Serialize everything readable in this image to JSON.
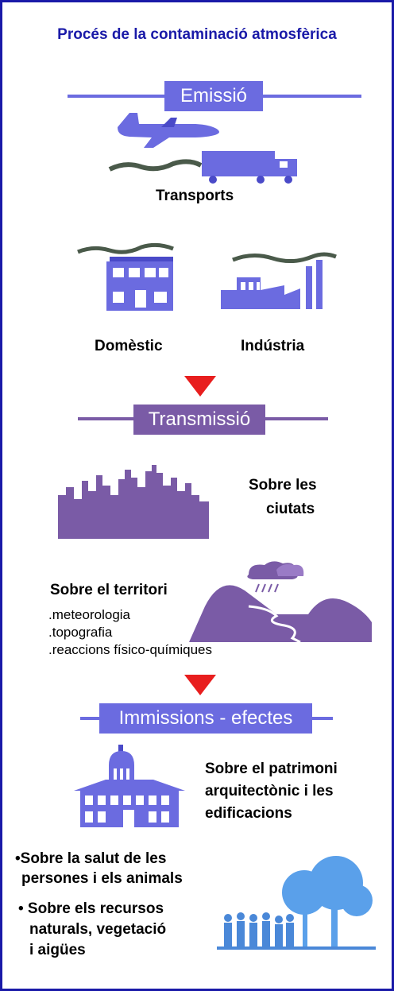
{
  "title": "Procés de la contaminació atmosfèrica",
  "colors": {
    "frame": "#1a1aa8",
    "emission": "#6b6be0",
    "transmission": "#7a5ba6",
    "arrow": "#e81e1e"
  },
  "emission": {
    "heading": "Emissió",
    "transport_label": "Transports",
    "domestic_label": "Domèstic",
    "industry_label": "Indústria"
  },
  "transmission": {
    "heading": "Transmissió",
    "cities_label_line1": "Sobre les",
    "cities_label_line2": "ciutats",
    "territory_title": "Sobre el territori",
    "territory_items": [
      ".meteorologia",
      ".topografia",
      ".reaccions físico-químiques"
    ]
  },
  "immissions": {
    "heading": "Immissions - efectes",
    "heritage_line1": "Sobre el patrimoni",
    "heritage_line2": "arquitectònic i les",
    "heritage_line3": "edificacions",
    "health_line1": "•Sobre la salut de les",
    "health_line2": "persones i els animals",
    "resources_line1": "• Sobre els recursos",
    "resources_line2": "naturals, vegetació",
    "resources_line3": "i aigües"
  }
}
